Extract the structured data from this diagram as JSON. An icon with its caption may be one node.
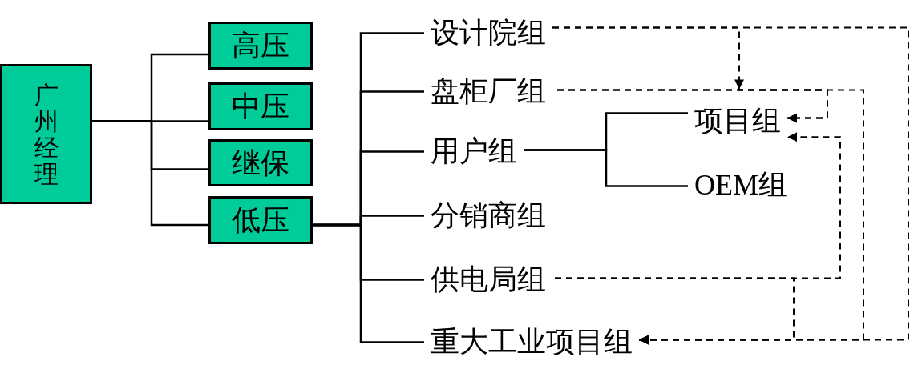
{
  "diagram": {
    "nodes": [
      {
        "text": [
          "广州经理"
        ]
      },
      {
        "text": [
          "高压"
        ]
      },
      {
        "text": [
          "中压"
        ]
      },
      {
        "text": [
          "继保"
        ]
      },
      {
        "text": [
          "低压"
        ]
      },
      {
        "text": [
          "设计院组"
        ]
      },
      {
        "text": [
          "盘柜厂组"
        ]
      },
      {
        "text": [
          "用户组"
        ]
      },
      {
        "text": [
          "分销商组"
        ]
      },
      {
        "text": [
          "供电局组"
        ]
      },
      {
        "text": [
          "重大工业项目组"
        ]
      },
      {
        "text": [
          "项目组"
        ]
      },
      {
        "text": [
          "OEM组"
        ]
      }
    ],
    "edges": [
      {
        "from": 0,
        "to": 1,
        "arrow": "none"
      },
      {
        "from": 0,
        "to": 2,
        "arrow": "none"
      },
      {
        "from": 0,
        "to": 3,
        "arrow": "none"
      },
      {
        "from": 0,
        "to": 4,
        "arrow": "none"
      },
      {
        "from": 4,
        "to": 5,
        "arrow": "none"
      },
      {
        "from": 4,
        "to": 6,
        "arrow": "none"
      },
      {
        "from": 4,
        "to": 7,
        "arrow": "none"
      },
      {
        "from": 4,
        "to": 8,
        "arrow": "none"
      },
      {
        "from": 4,
        "to": 9,
        "arrow": "none"
      },
      {
        "from": 4,
        "to": 10,
        "arrow": "none"
      },
      {
        "from": 7,
        "to": 11,
        "arrow": "none"
      },
      {
        "from": 7,
        "to": 12,
        "arrow": "none"
      },
      {
        "from": 5,
        "to": 11,
        "arrow": "to",
        "style": "dashed"
      },
      {
        "from": 5,
        "to": 10,
        "arrow": "to",
        "style": "dashed"
      },
      {
        "from": 6,
        "to": 11,
        "arrow": "to",
        "style": "dashed"
      },
      {
        "from": 6,
        "to": 10,
        "arrow": "to",
        "style": "dashed"
      },
      {
        "from": 9,
        "to": 11,
        "arrow": "to",
        "style": "dashed"
      },
      {
        "from": 9,
        "to": 10,
        "arrow": "to",
        "style": "dashed"
      }
    ]
  }
}
